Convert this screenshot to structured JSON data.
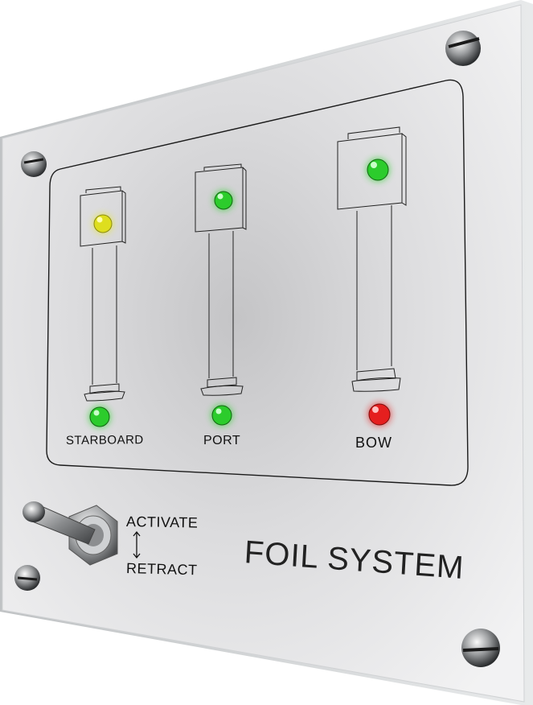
{
  "panel": {
    "title": "FOIL SYSTEM",
    "switch": {
      "upper_label": "ACTIVATE",
      "lower_label": "RETRACT"
    },
    "foils": [
      {
        "label": "STARBOARD",
        "top_indicator": "yellow",
        "bottom_indicator": "green"
      },
      {
        "label": "PORT",
        "top_indicator": "green",
        "bottom_indicator": "green"
      },
      {
        "label": "BOW",
        "top_indicator": "green",
        "bottom_indicator": "red"
      }
    ],
    "colors": {
      "yellow": "#e6e62a",
      "green": "#2fd02f",
      "red": "#e51f1f",
      "panel": "#e9e9e9",
      "text": "#111111"
    }
  }
}
